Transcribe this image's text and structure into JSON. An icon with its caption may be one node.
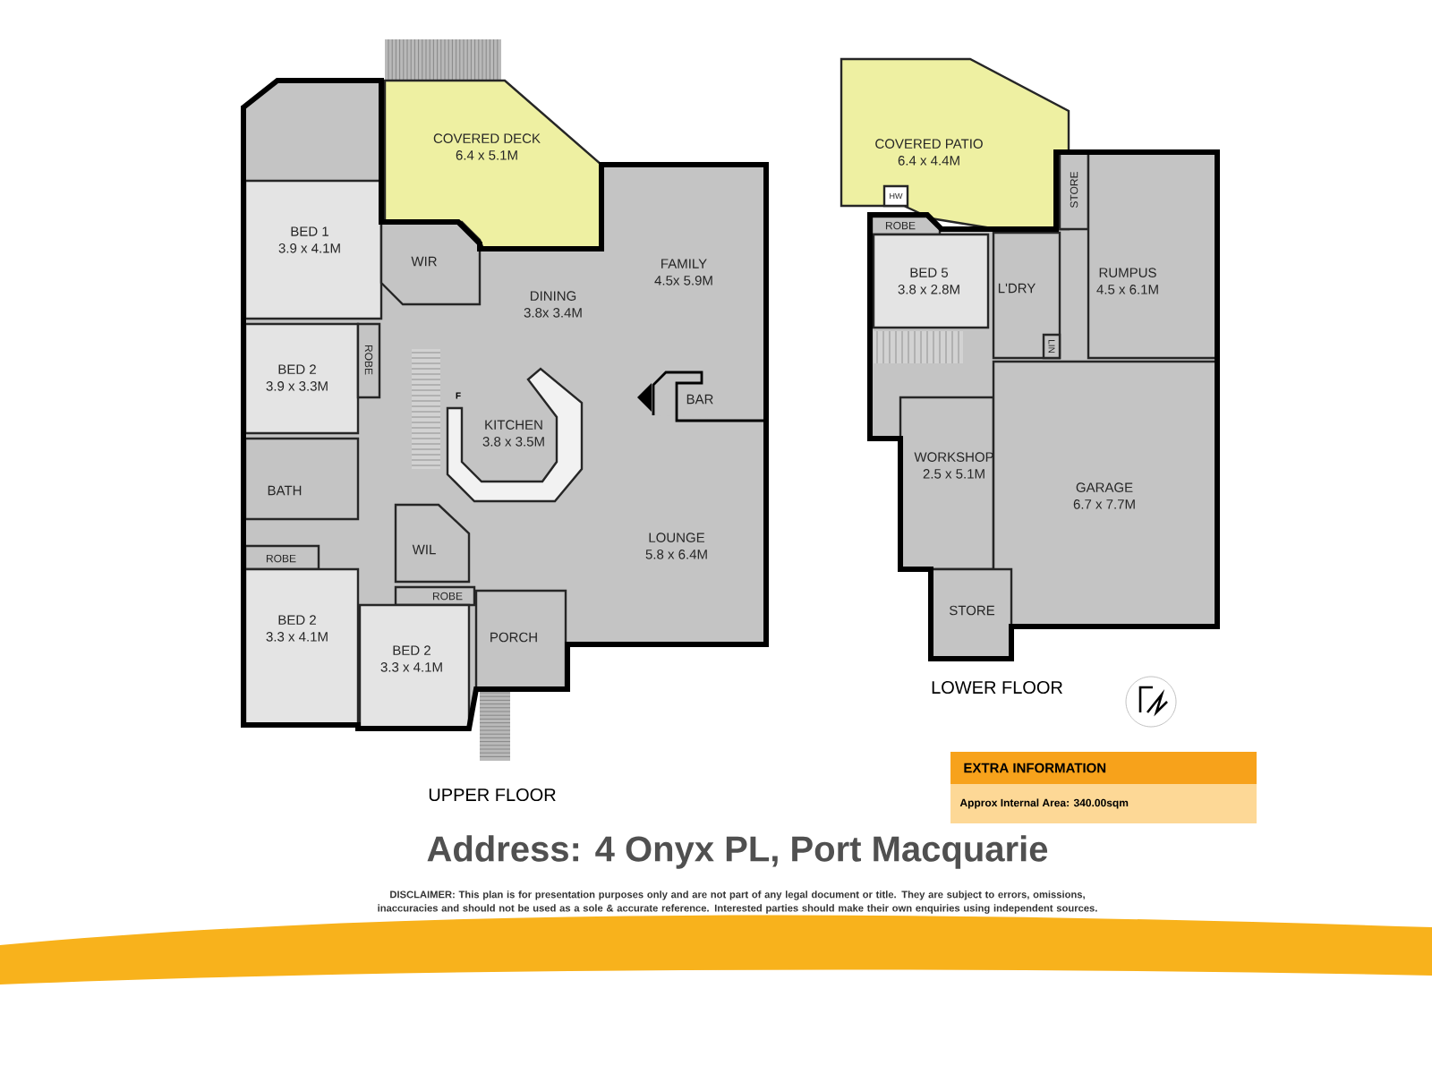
{
  "diagram": {
    "title": "Address: 4 Onyx PL, Port Macquarie",
    "nodes": [
      {
        "text": [
          "COVERED DECK",
          "6.4 x 5.1M"
        ]
      },
      {
        "text": [
          "BED 1",
          "3.9 x 4.1M"
        ]
      },
      {
        "text": [
          "WIR"
        ]
      },
      {
        "text": [
          "DINING",
          "3.8x 3.4M"
        ]
      },
      {
        "text": [
          "FAMILY",
          "4.5x 5.9M"
        ]
      },
      {
        "text": [
          "BED 2",
          "3.9 x 3.3M"
        ]
      },
      {
        "text": [
          "ROBE"
        ]
      },
      {
        "text": [
          "KITCHEN",
          "3.8 x 3.5M"
        ]
      },
      {
        "text": [
          "BAR"
        ]
      },
      {
        "text": [
          "BATH"
        ]
      },
      {
        "text": [
          "ROBE"
        ]
      },
      {
        "text": [
          "WIL"
        ]
      },
      {
        "text": [
          "LOUNGE",
          "5.8 x 6.4M"
        ]
      },
      {
        "text": [
          "ROBE"
        ]
      },
      {
        "text": [
          "BED 2",
          "3.3 x 4.1M"
        ]
      },
      {
        "text": [
          "BED 2",
          "3.3 x 4.1M"
        ]
      },
      {
        "text": [
          "PORCH"
        ]
      },
      {
        "text": [
          "COVERED PATIO",
          "6.4 x 4.4M"
        ]
      },
      {
        "text": [
          "HW"
        ],
        "in": 17
      },
      {
        "text": [
          "ROBE"
        ]
      },
      {
        "text": [
          "STORE"
        ]
      },
      {
        "text": [
          "BED 5",
          "3.8 x 2.8M"
        ]
      },
      {
        "text": [
          "L'DRY"
        ]
      },
      {
        "text": [
          "RUMPUS",
          "4.5 x 6.1M"
        ]
      },
      {
        "text": [
          "LIN"
        ],
        "in": 22
      },
      {
        "text": [
          "WORKSHOP",
          "2.5 x 5.1M"
        ]
      },
      {
        "text": [
          "GARAGE",
          "6.7 x 7.7M"
        ]
      },
      {
        "text": [
          "STORE"
        ]
      },
      {
        "text": [
          "EXTRA INFORMATION",
          "Approx Internal Area: 340.00sqm"
        ]
      }
    ],
    "labels": [
      "F",
      "UPPER FLOOR",
      "LOWER FLOOR",
      "DISCLAIMER: This plan is for presentation purposes only and are not part of any legal document or title. They are subject to errors, omissions, inaccuracies and should not be used as a sole & accurate reference. Interested parties should make their own enquiries using independent sources."
    ]
  }
}
